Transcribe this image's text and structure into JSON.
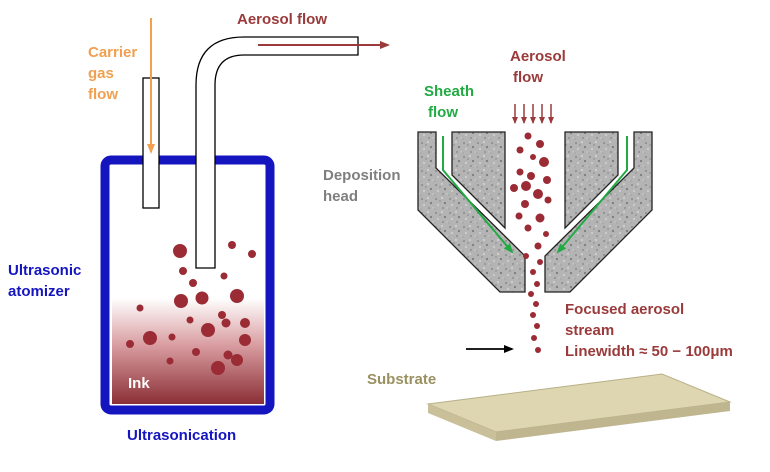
{
  "labels": {
    "carrier_gas_flow": [
      "Carrier",
      "gas",
      "flow"
    ],
    "aerosol_flow_top": "Aerosol flow",
    "aerosol_flow_head": [
      "Aerosol",
      "flow"
    ],
    "sheath_flow": [
      "Sheath",
      "flow"
    ],
    "deposition_head": [
      "Deposition",
      "head"
    ],
    "ultrasonic_atomizer": [
      "Ultrasonic",
      "atomizer"
    ],
    "ink": "Ink",
    "ultrasonication": "Ultrasonication",
    "focused_aerosol_stream": [
      "Focused aerosol",
      "stream"
    ],
    "linewidth": "Linewidth ≈ 50 − 100μm",
    "substrate": "Substrate"
  },
  "colors": {
    "carrier": "#f0a050",
    "aerosol": "#9a3a3a",
    "sheath": "#22aa44",
    "deposition": "#7f7f7f",
    "atomizer": "#1515c0",
    "substrate": "#9a9060",
    "droplet": "#9b2b35",
    "ink_bottom": "#8b2f35",
    "substrate_fill": "#ddd6b0"
  },
  "icons": {
    "vessel": "rectangle-vessel",
    "head": "conical-nozzle",
    "arrow": "arrow-right"
  }
}
